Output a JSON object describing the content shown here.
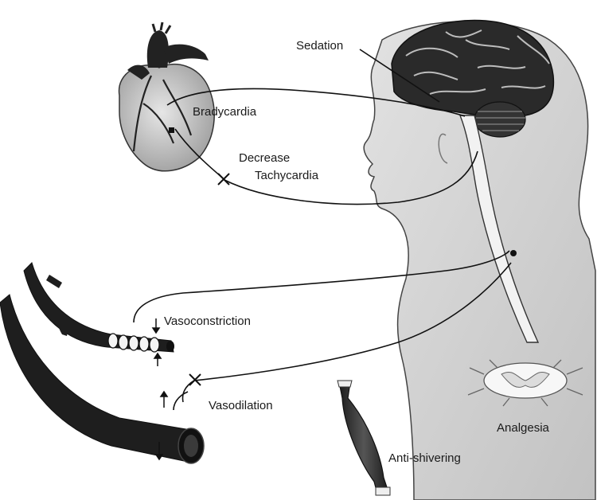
{
  "labels": {
    "sedation": "Sedation",
    "bradycardia": "Bradycardia",
    "decrease": "Decrease",
    "tachycardia": "Tachycardia",
    "vasoconstriction": "Vasoconstriction",
    "vasodilation": "Vasodilation",
    "anti_shivering": "Anti-shivering",
    "analgesia": "Analgesia"
  },
  "colors": {
    "head_fill": "#d2d2d2",
    "brain_dark": "#2a2a2a",
    "heart_fill": "#cfcfcf",
    "line": "#111111"
  }
}
